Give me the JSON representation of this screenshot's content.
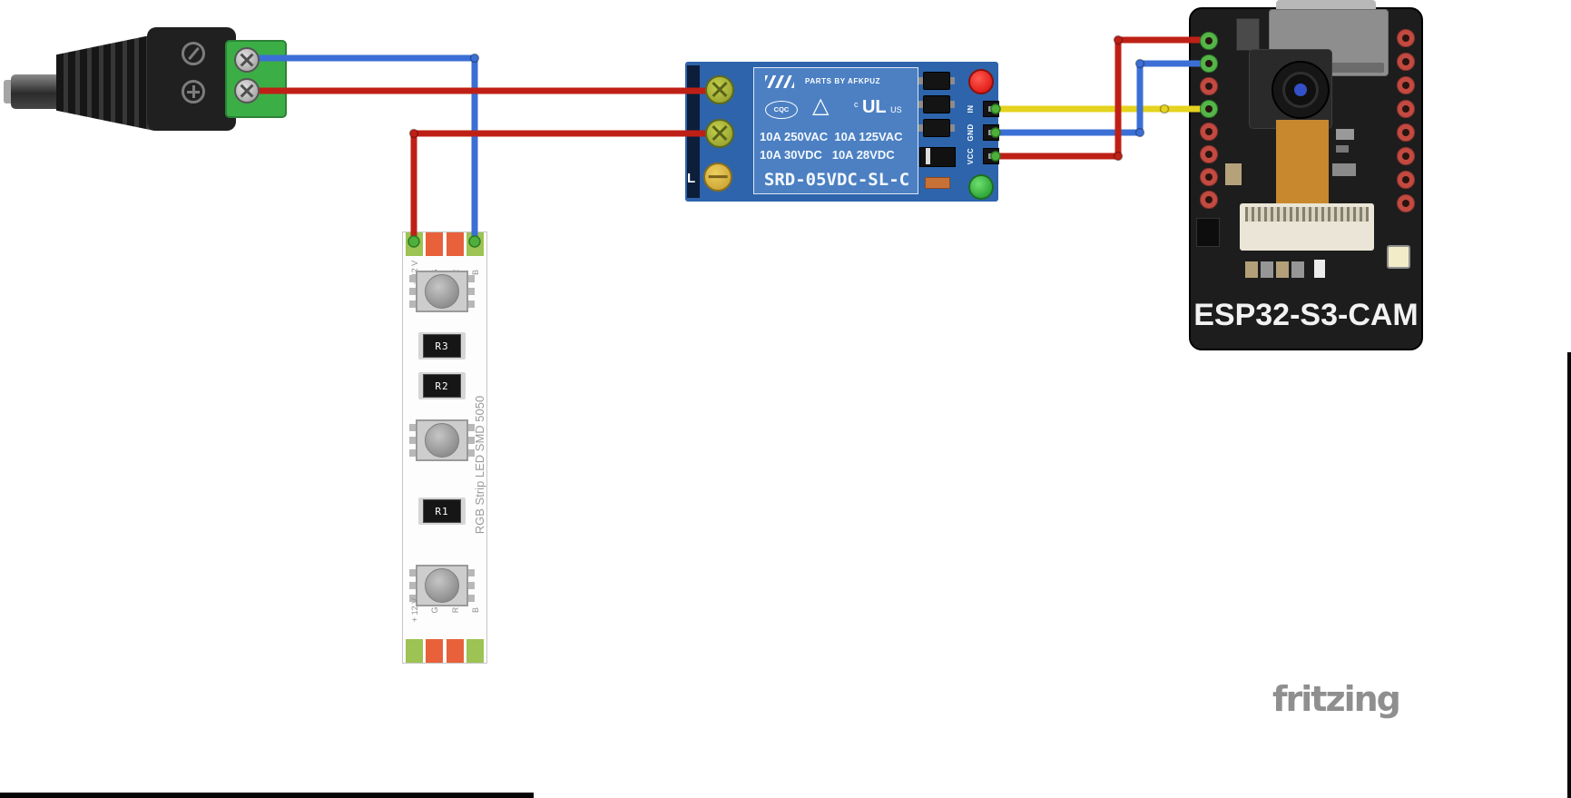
{
  "colors": {
    "wire_red": "#bf2016",
    "wire_blue": "#3b6fd6",
    "wire_yellow": "#e5d31f",
    "connect_green": "#4faf3c",
    "pin_red": "#c24a41",
    "pin_green": "#54b548",
    "pad_red": "#e8613a",
    "pad_green": "#9cc353",
    "relay_pcb": "#2d64ab",
    "relay_body": "#4c80c3",
    "led_red": "#e3201b",
    "led_green": "#2fa83a",
    "fpc_orange": "#c8882e",
    "board_black": "#1d1d1d",
    "terminal_green": "#3cae46"
  },
  "relay": {
    "brand_text": "PARTS BY AFKPUZ",
    "cert_cqc": "CQC",
    "cert_delta": "△",
    "cert_c": "c",
    "cert_ul": "UL",
    "cert_us": "US",
    "ratings_line1": "10A 250VAC  10A 125VAC",
    "ratings_line2": "10A 30VDC   10A 28VDC",
    "model": "SRD-05VDC-SL-C",
    "terminal_label": "L",
    "pin_labels": [
      "IN",
      "GND",
      "VCC"
    ]
  },
  "led_strip": {
    "side_label": "RGB Strip LED SMD 5050",
    "pin_labels_top": [
      "+ 12 V",
      "G",
      "R",
      "B"
    ],
    "pin_labels_bottom": [
      "+ 12 V",
      "G",
      "R",
      "B"
    ],
    "resistor_labels": [
      "R3",
      "R2",
      "R1"
    ]
  },
  "esp32": {
    "title": "ESP32-S3-CAM"
  },
  "watermark": {
    "text": "fritzing"
  }
}
